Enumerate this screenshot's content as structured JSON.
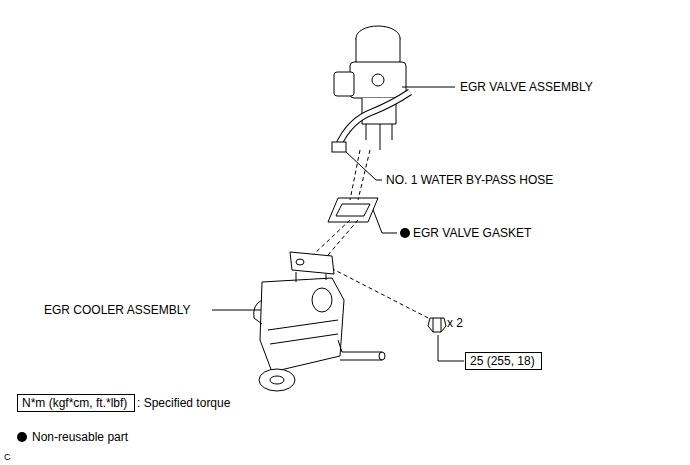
{
  "diagram": {
    "nodes": [
      {
        "text": [
          "25 (255, 18)"
        ]
      },
      {
        "text": [
          "N*m (kgf*cm, ft.*lbf)"
        ]
      }
    ],
    "labels": [
      "EGR VALVE ASSEMBLY",
      "NO. 1 WATER BY-PASS HOSE",
      "EGR VALVE GASKET",
      "EGR COOLER ASSEMBLY",
      "x 2",
      "C"
    ],
    "legend": [
      {
        "text": ": Specified torque"
      },
      {
        "text": "Non-reusable part"
      }
    ]
  }
}
